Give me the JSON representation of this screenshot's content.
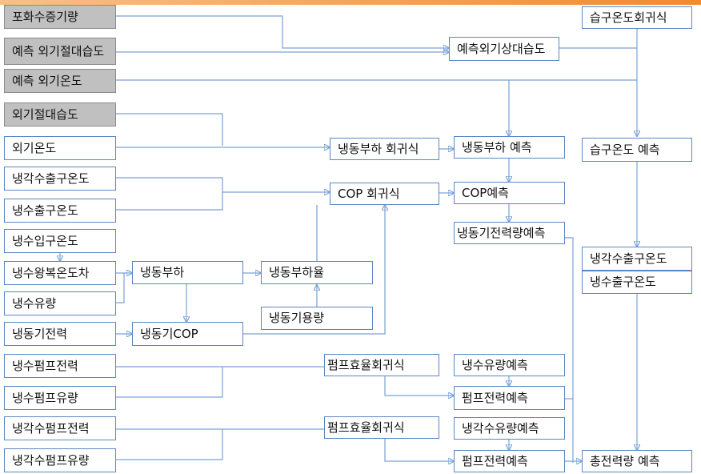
{
  "nodes": {
    "saturated_vapor": "포화수증기량",
    "pred_ext_abs_humidity": "예측 외기절대습도",
    "pred_ext_temp": "예측 외기온도",
    "ext_abs_humidity": "외기절대습도",
    "ext_temp": "외기온도",
    "cooling_water_out_temp": "냉각수출구온도",
    "chilled_water_out_temp": "냉수출구온도",
    "chilled_water_in_temp": "냉수입구온도",
    "chilled_water_delta_t": "냉수왕복온도차",
    "chilled_water_flow": "냉수유량",
    "chiller_power": "냉동기전력",
    "chilled_pump_power": "냉수펌프전력",
    "chilled_pump_flow": "냉수펌프유량",
    "cooling_pump_power": "냉각수펌프전력",
    "cooling_pump_flow": "냉각수펌프유량",
    "cooling_load": "냉동부하",
    "chiller_cop": "냉동기COP",
    "load_ratio": "냉동부하율",
    "chiller_capacity": "냉동기용량",
    "load_regression": "냉동부하 회귀식",
    "cop_regression": "COP 회귀식",
    "pump_eff_regression_1": "펌프효율회귀식",
    "pump_eff_regression_2": "펌프효율회귀식",
    "pred_ext_rel_humidity": "예측외기상대습도",
    "load_prediction": "냉동부하 예측",
    "cop_prediction": "COP예측",
    "chiller_power_prediction": "냉동기전력량예측",
    "chilled_flow_prediction": "냉수유량예측",
    "pump_power_prediction_1": "펌프전력예측",
    "cooling_flow_prediction": "냉각수유량예측",
    "pump_power_prediction_2": "펌프전력예측",
    "wetbulb_regression": "습구온도회귀식",
    "wetbulb_prediction": "습구온도 예측",
    "pred_cooling_out_temp": "냉각수출구온도",
    "pred_chilled_out_temp": "냉수출구온도",
    "total_power_prediction": "총전력량 예측"
  },
  "colors": {
    "input_gray": "#c0c0c0",
    "box_border": "#5b86c4",
    "connector": "#7aa2d6",
    "accent_bar": "#f28a2e"
  }
}
